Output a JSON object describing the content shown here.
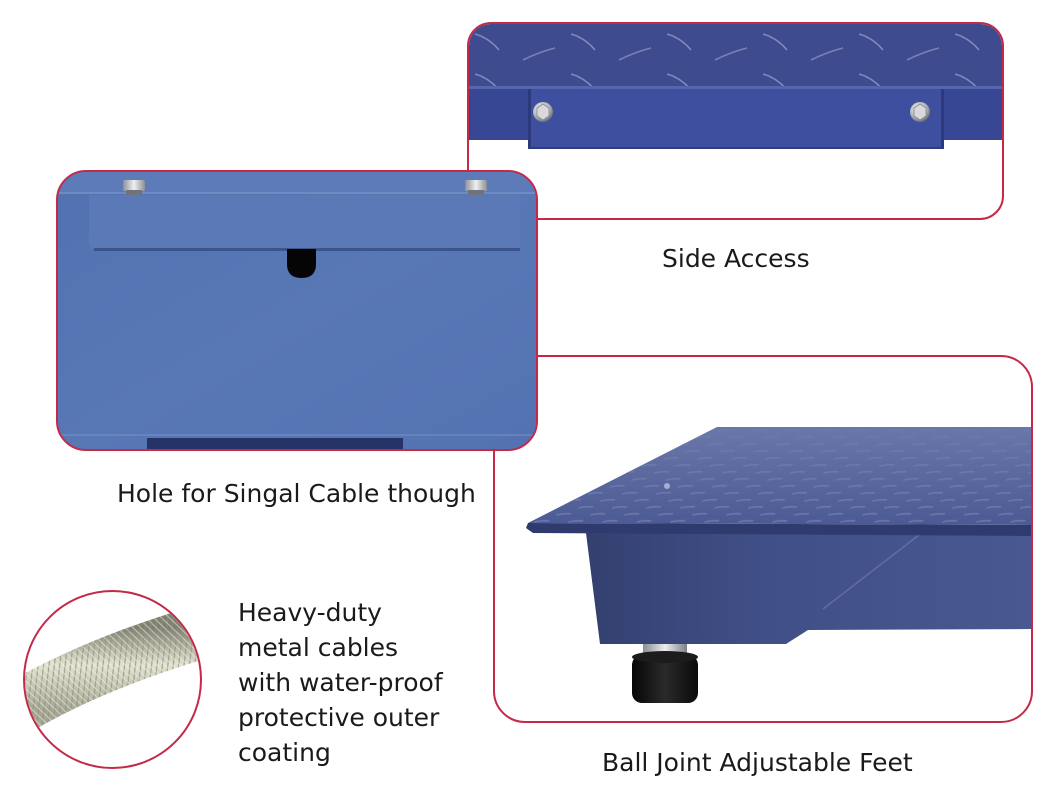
{
  "panels": {
    "side_access": {
      "caption": "Side Access",
      "photo_label": "side-access-bracket-photo"
    },
    "cable_hole": {
      "caption": "Hole for Singal Cable though",
      "photo_label": "cable-hole-photo"
    },
    "adjustable_feet": {
      "caption": "Ball Joint Adjustable Feet",
      "photo_label": "scale-platform-foot-photo"
    },
    "cable": {
      "caption_lines": [
        "Heavy-duty",
        "metal cables",
        "with water-proof",
        "protective outer",
        "coating"
      ],
      "photo_label": "braided-cable-photo"
    }
  },
  "colors": {
    "frame_border": "#c42a48",
    "steel_blue": "#5675b3",
    "plate_blue": "#3e4b8f",
    "rubber_black": "#111111",
    "cable_silver": "#c9c9b6",
    "text": "#1a1a1a"
  }
}
